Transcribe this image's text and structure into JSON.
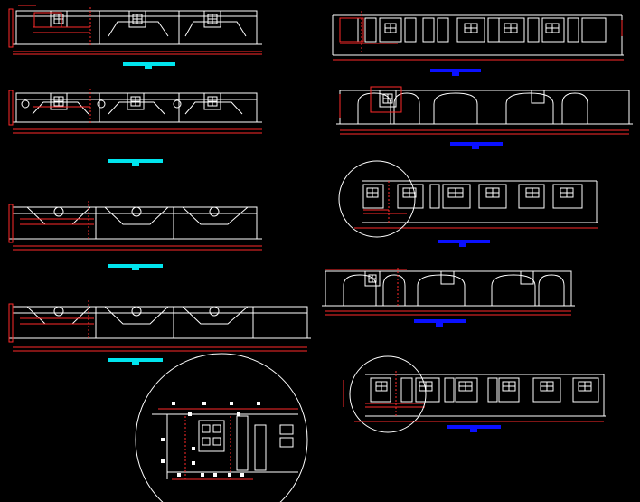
{
  "canvas": {
    "background": "#000000",
    "colors": {
      "outline": "#ffffff",
      "dimension": "#ff2a2a",
      "label_bar_cyan": "#00e5ee",
      "label_bar_blue": "#0a10ff",
      "hatch": "#ffffff"
    }
  },
  "elevations": [
    {
      "id": "left-1",
      "style": "square-window-panels",
      "label_bar_color": "#00e5ee"
    },
    {
      "id": "left-2",
      "style": "square-window-panels-with-hatch",
      "label_bar_color": "#00e5ee"
    },
    {
      "id": "left-3",
      "style": "v-niche-panels",
      "label_bar_color": "#00e5ee"
    },
    {
      "id": "left-4",
      "style": "v-niche-panels",
      "label_bar_color": "#00e5ee"
    },
    {
      "id": "right-1",
      "style": "notched-parapet-with-windows",
      "label_bar_color": "#0a10ff"
    },
    {
      "id": "right-2",
      "style": "arched-bays",
      "label_bar_color": "#0a10ff"
    },
    {
      "id": "right-3",
      "style": "notched-parapet-with-detail-circle",
      "label_bar_color": "#0a10ff"
    },
    {
      "id": "right-4",
      "style": "arched-bays",
      "label_bar_color": "#0a10ff"
    },
    {
      "id": "right-5",
      "style": "notched-parapet-with-detail-circle",
      "label_bar_color": "#0a10ff"
    }
  ],
  "detail_views": [
    {
      "id": "enlarged-detail-bottom",
      "shape": "circle"
    },
    {
      "id": "detail-circle-right-3",
      "shape": "circle"
    },
    {
      "id": "detail-circle-right-5",
      "shape": "circle"
    }
  ]
}
